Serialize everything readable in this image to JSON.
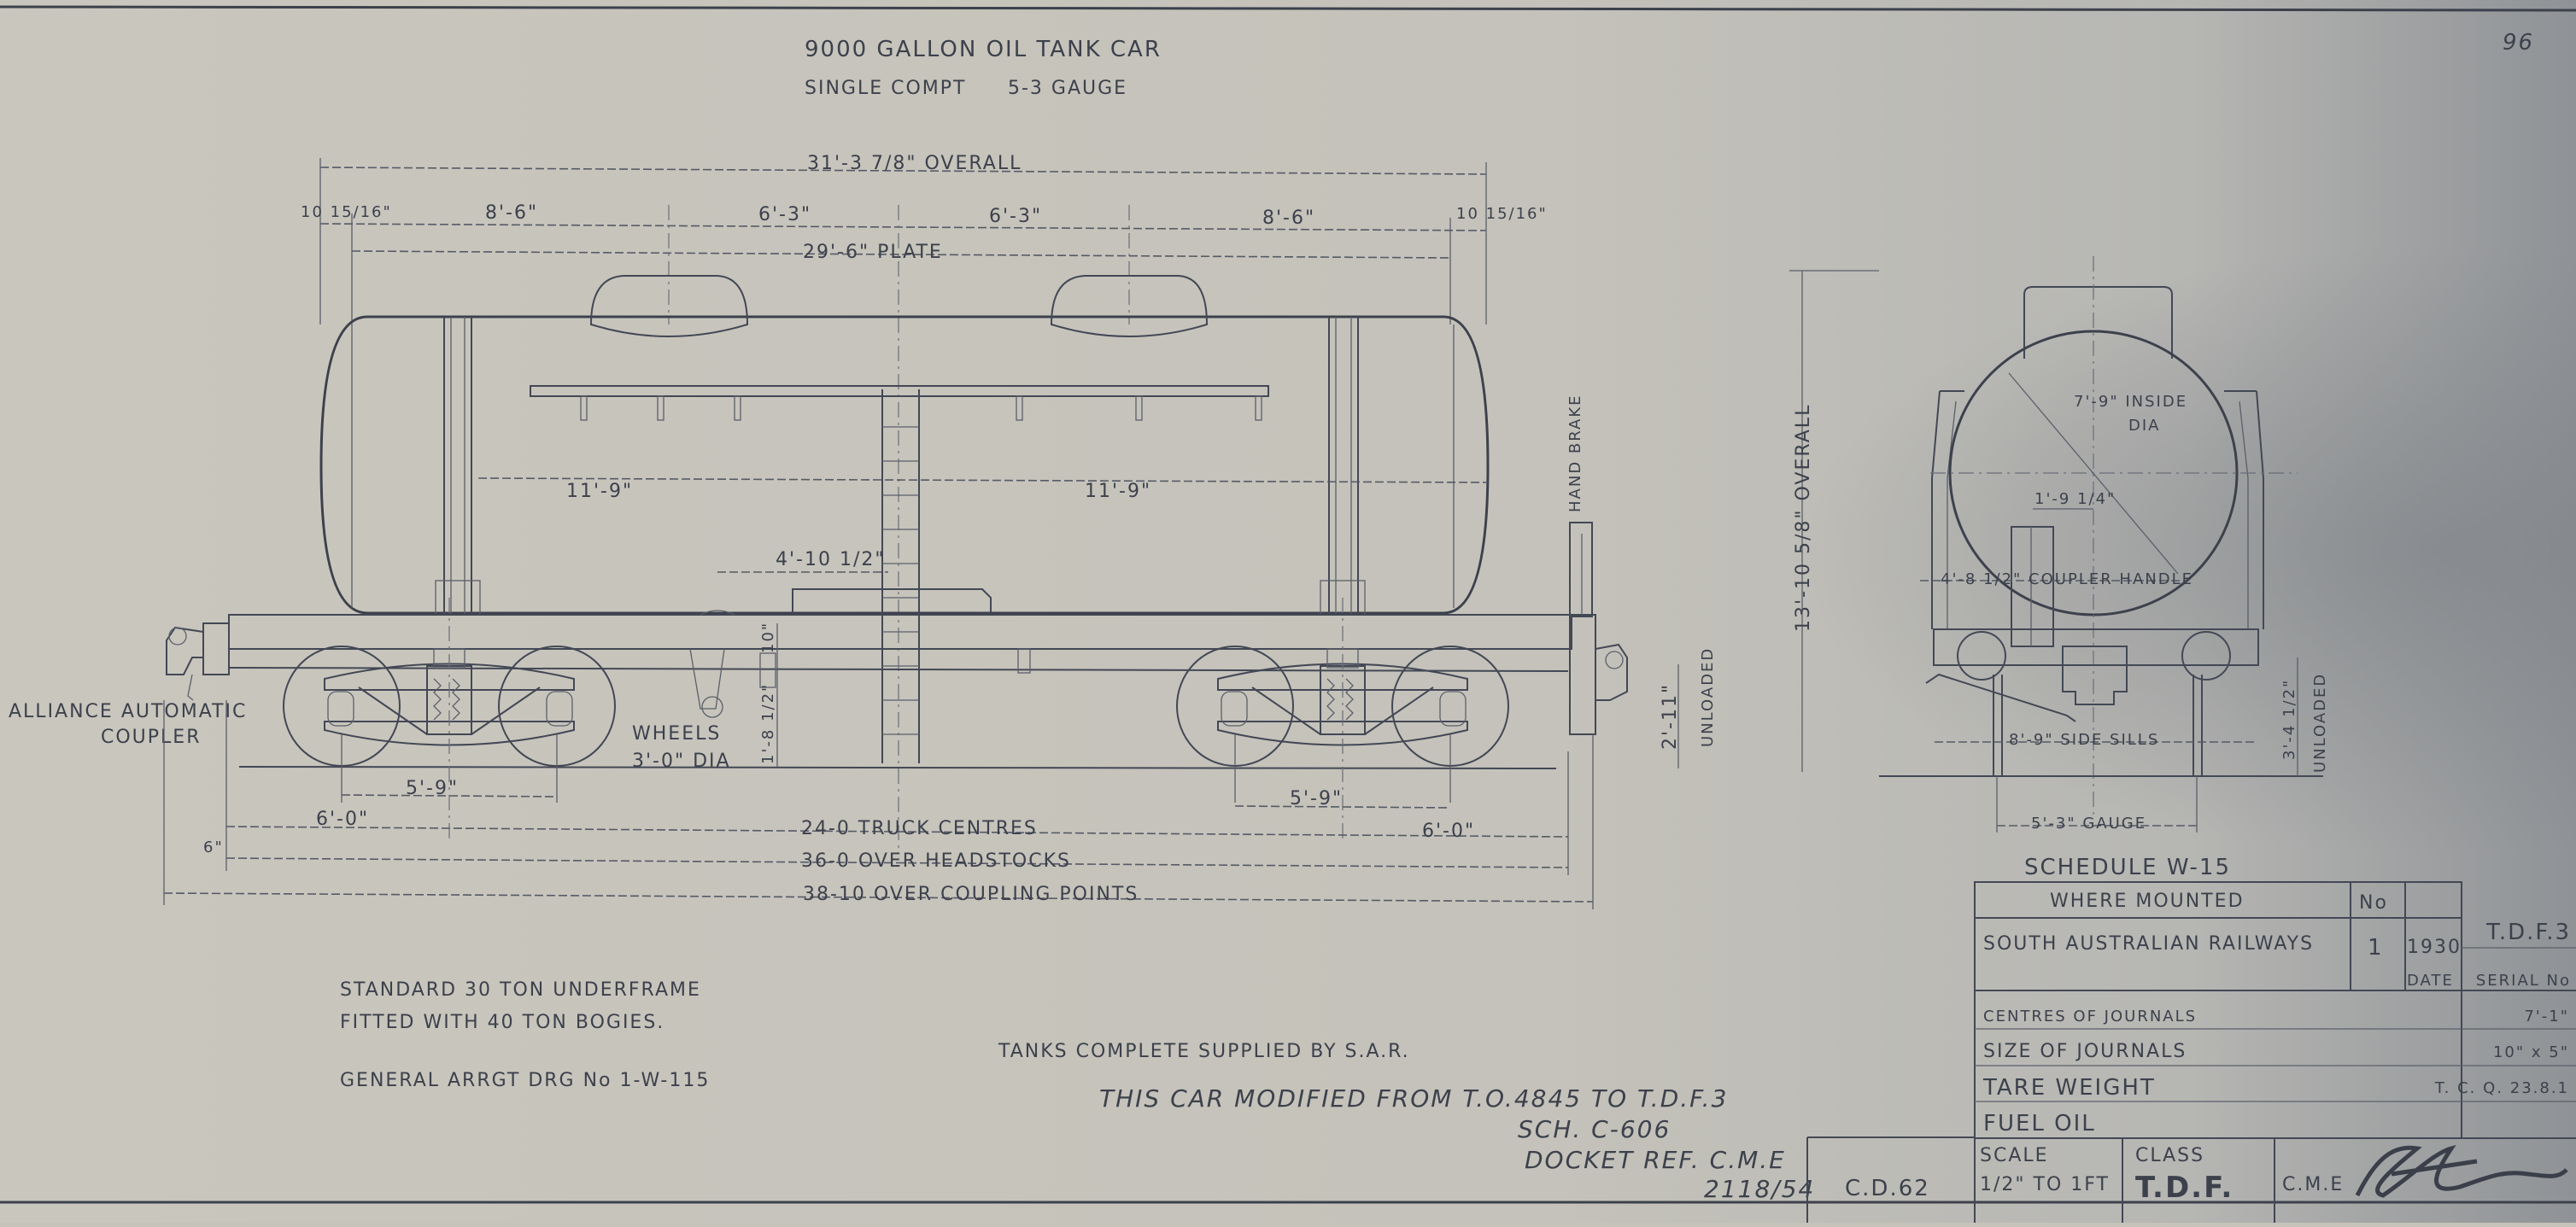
{
  "title": {
    "line1": "9000 GALLON OIL TANK CAR",
    "line2": "SINGLE COMPT",
    "gauge": "5-3 GAUGE"
  },
  "sheet_number": "96",
  "side_view": {
    "overall": "31'-3 7/8\" OVERALL",
    "segments": [
      "10 15/16\"",
      "8'-6\"",
      "6'-3\"",
      "6'-3\"",
      "8'-6\"",
      "10 15/16\""
    ],
    "plate": "29'-6\" PLATE",
    "tank_left": "11'-9\"",
    "tank_right": "11'-9\"",
    "offset": "4'-10 1/2\"",
    "hand_brake": "HAND BRAKE",
    "coupler_line1": "ALLIANCE AUTOMATIC",
    "coupler_line2": "COUPLER",
    "wheels_line1": "WHEELS",
    "wheels_line2": "3'-0\" DIA",
    "height_small": "10\"",
    "height_mid": "1'-8 1/2\"",
    "unloaded_height": "2'-11\"",
    "unloaded": "UNLOADED",
    "wheelbase_left": "5'-9\"",
    "wheelbase_right": "5'-9\"",
    "end_left": "6'-0\"",
    "end_right": "6'-0\"",
    "small_offset": "6\"",
    "truck_centres": "24-0 TRUCK CENTRES",
    "headstocks": "36-0 OVER HEADSTOCKS",
    "coupling": "38-10 OVER COUPLING POINTS"
  },
  "end_view": {
    "overall": "13'-10 5/8\" OVERALL",
    "inside_dia": "7'-9\" INSIDE",
    "dia": "DIA",
    "offset": "1'-9 1/4\"",
    "coupler_handle": "4'-8 1/2\" COUPLER HANDLE",
    "side_sills": "8'-9\" SIDE SILLS",
    "gauge": "5'-3\" GAUGE",
    "height": "3'-4 1/2\"",
    "unloaded": "UNLOADED"
  },
  "notes": {
    "underframe": "STANDARD 30 TON UNDERFRAME",
    "bogies": "FITTED WITH 40 TON BOGIES.",
    "general_arrgt": "GENERAL ARRGT DRG No 1-W-115",
    "tanks": "TANKS COMPLETE SUPPLIED BY S.A.R.",
    "modified": "THIS CAR MODIFIED FROM T.O.4845 TO T.D.F.3",
    "sch": "SCH. C-606",
    "docket": "DOCKET REF. C.M.E",
    "docket_no": "2118/54"
  },
  "schedule": {
    "title": "SCHEDULE W-15",
    "where_mounted_header": "WHERE MOUNTED",
    "no_header": "No",
    "where_mounted": "SOUTH AUSTRALIAN RAILWAYS",
    "number": "1",
    "date": "1930",
    "date_label": "DATE",
    "serial": "T.D.F.3",
    "serial_label": "SERIAL No",
    "rows": [
      {
        "label": "CENTRES OF JOURNALS",
        "value": "7'-1\""
      },
      {
        "label": "SIZE OF JOURNALS",
        "value": "10\" x 5\""
      },
      {
        "label": "TARE WEIGHT",
        "value": "T. C. Q. 23.8.1"
      },
      {
        "label": "FUEL OIL",
        "value": ""
      }
    ]
  },
  "title_block": {
    "drawing_no": "C.D.62",
    "scale_label": "SCALE",
    "scale": "1/2\" TO 1FT",
    "class_label": "CLASS",
    "class": "T.D.F.",
    "cme_label": "C.M.E",
    "signature": "signature"
  }
}
